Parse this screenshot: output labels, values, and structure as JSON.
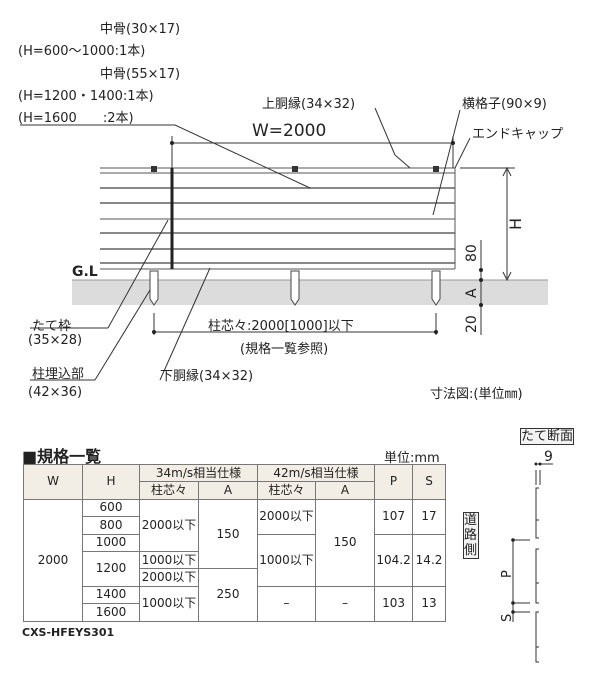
{
  "labels": {
    "naka1": "中骨(30×17)",
    "naka1_h": "(H=600〜1000:1本)",
    "naka2": "中骨(55×17)",
    "naka2_h1": "(H=1200・1400:1本)",
    "naka2_h2": "(H=1600　　:2本)",
    "top_rail": "上胴縁(34×32)",
    "lattice": "横格子(90×9)",
    "endcap": "エンドキャップ",
    "width": "W=2000",
    "height": "H",
    "gl": "G.L",
    "dim80": "80",
    "dimA": "A",
    "dim20": "20",
    "frame": "たて枠",
    "frame_size": "(35×28)",
    "post_embed": "柱埋込部",
    "post_size": "(42×36)",
    "bottom_rail": "下胴縁(34×32)",
    "pitch": "柱芯々:2000[1000]以下",
    "pitch_ref": "(規格一覧参照)",
    "dim_note": "寸法図:(単位㎜)"
  },
  "section": {
    "title": "たて断面",
    "nine": "9",
    "road_side": "道路側",
    "p": "P",
    "s": "S"
  },
  "spec": {
    "title": "■規格一覧",
    "unit": "単位:mm",
    "model": "CXS-HFEYS301",
    "headers": {
      "w": "W",
      "h": "H",
      "g34": "34m/s相当仕様",
      "g42": "42m/s相当仕様",
      "p": "P",
      "s": "S",
      "pitch": "柱芯々",
      "a": "A"
    },
    "cells": {
      "w": "2000",
      "h600": "600",
      "h800": "800",
      "h1000": "1000",
      "h1200": "1200",
      "h1400": "1400",
      "h1600": "1600",
      "p34a": "2000以下",
      "a34a": "150",
      "p42a": "2000以下",
      "a42a": "150",
      "pa": "107",
      "sa": "17",
      "p42b": "1000以下",
      "pb": "104.2",
      "sb": "14.2",
      "p34b": "1000以下",
      "p34c": "2000以下",
      "a34b": "250",
      "p34d": "1000以下",
      "p42c": "–",
      "a42c": "–",
      "pc": "103",
      "sc": "13"
    }
  }
}
